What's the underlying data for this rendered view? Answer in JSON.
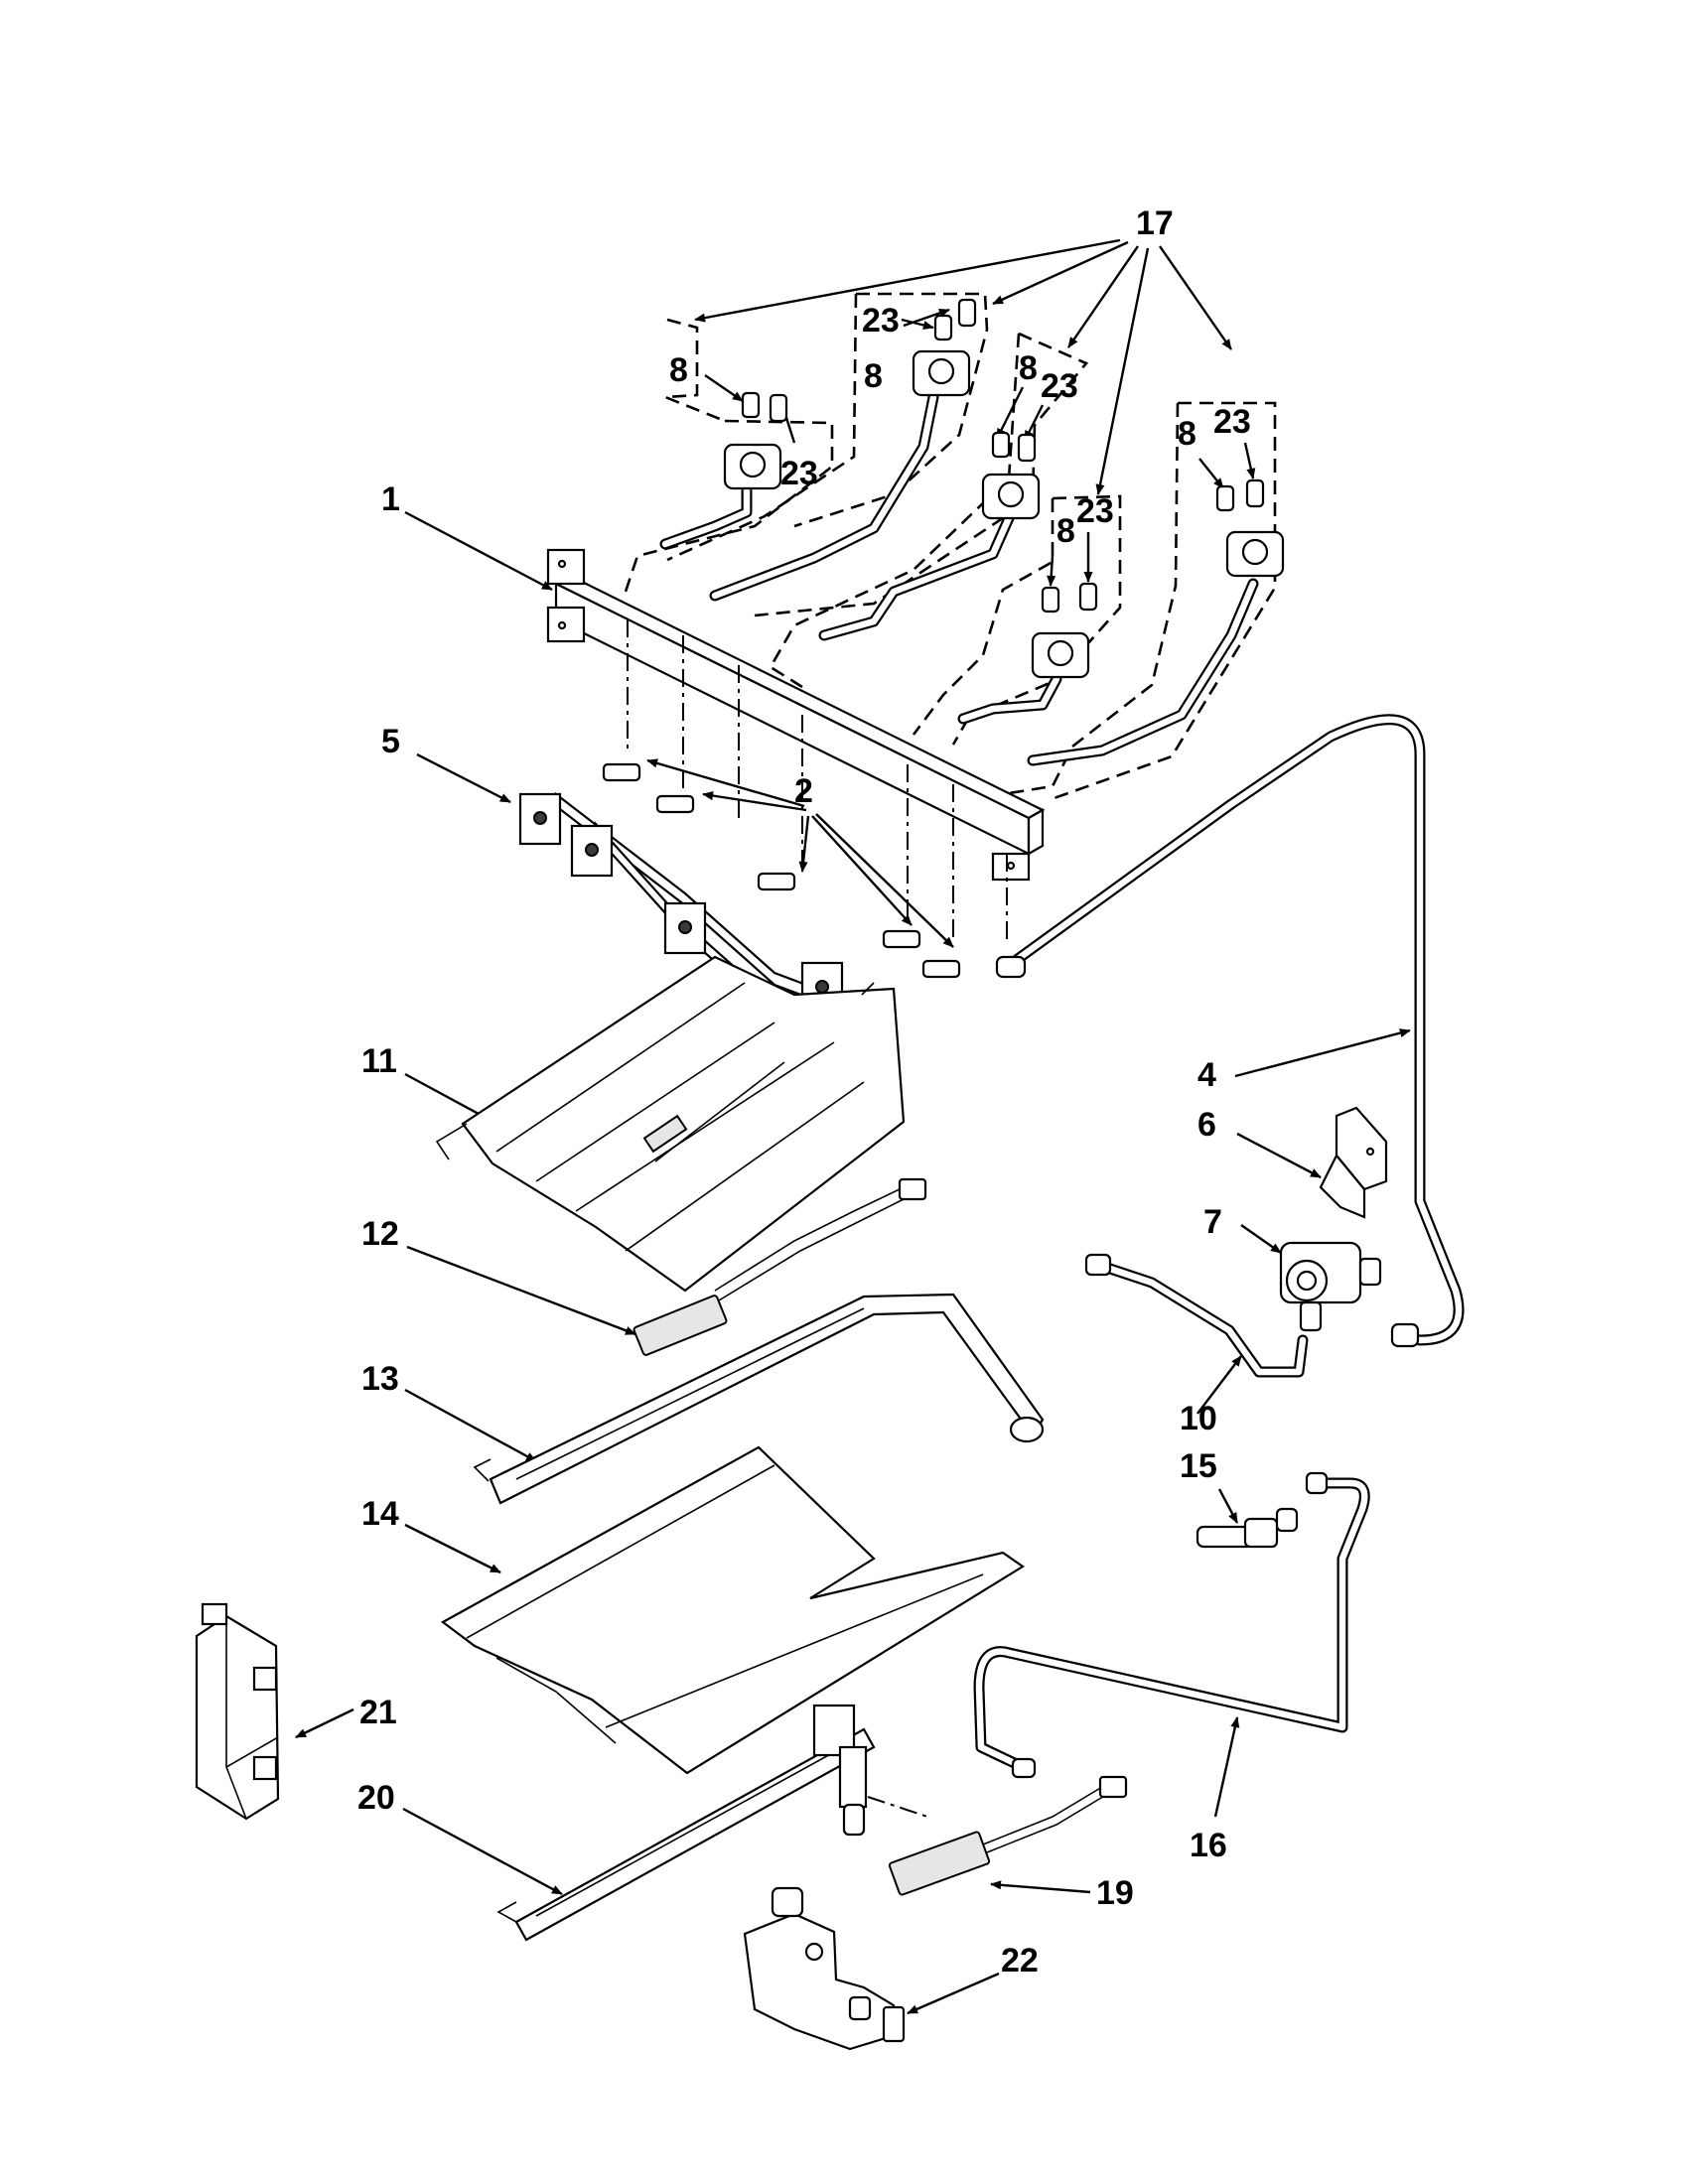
{
  "callouts": {
    "c1": "1",
    "c2": "2",
    "c4": "4",
    "c5": "5",
    "c6": "6",
    "c7": "7",
    "c8": "8",
    "c10": "10",
    "c11": "11",
    "c12": "12",
    "c13": "13",
    "c14": "14",
    "c15": "15",
    "c16": "16",
    "c17": "17",
    "c19": "19",
    "c20": "20",
    "c21": "21",
    "c22": "22",
    "c23": "23"
  }
}
